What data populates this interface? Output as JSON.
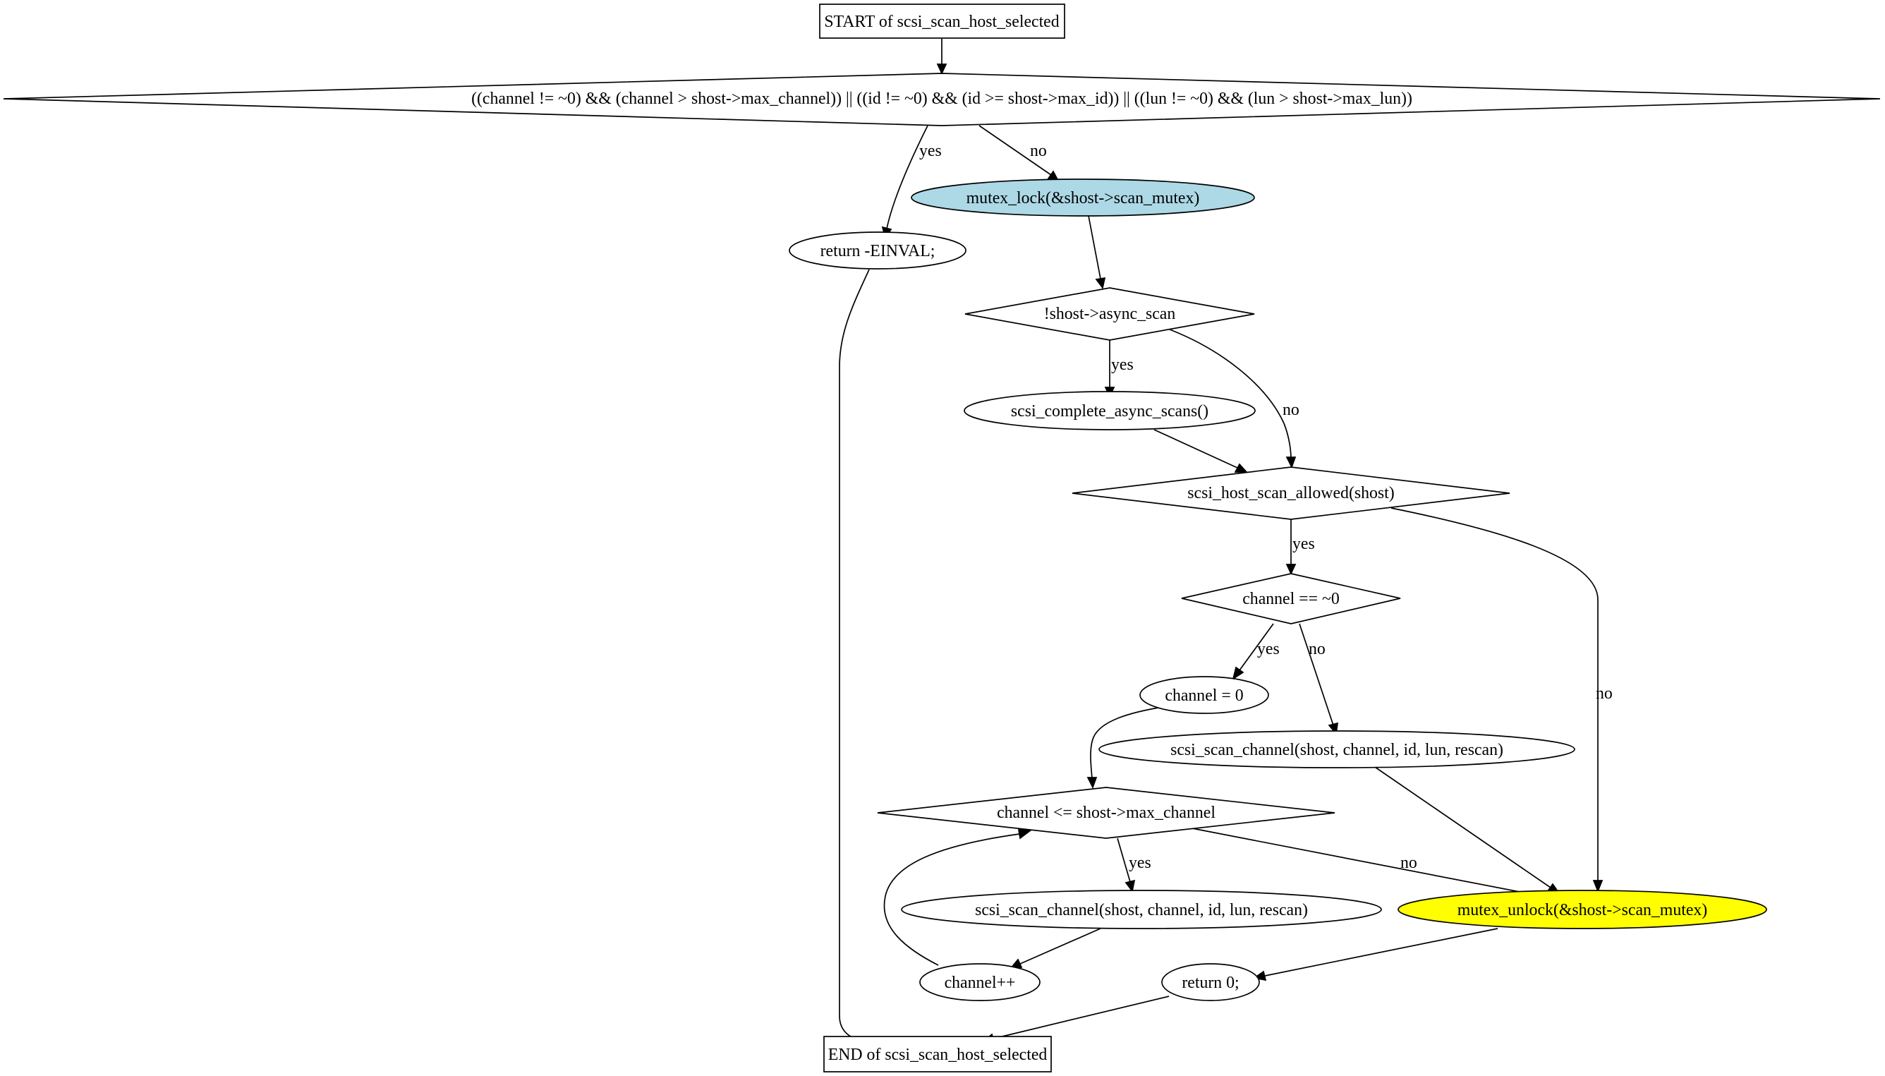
{
  "nodes": {
    "start": {
      "label": "START of scsi_scan_host_selected"
    },
    "cond_range": {
      "label": "((channel != ~0) && (channel > shost->max_channel)) || ((id != ~0) && (id >= shost->max_id)) || ((lun != ~0) && (lun > shost->max_lun))"
    },
    "return_einval": {
      "label": "return -EINVAL;"
    },
    "mutex_lock": {
      "label": "mutex_lock(&shost->scan_mutex)",
      "fill": "#add8e6"
    },
    "cond_async": {
      "label": "!shost->async_scan"
    },
    "complete_async": {
      "label": "scsi_complete_async_scans()"
    },
    "cond_allowed": {
      "label": "scsi_host_scan_allowed(shost)"
    },
    "cond_channel_all": {
      "label": "channel == ~0"
    },
    "channel_zero": {
      "label": "channel = 0"
    },
    "scan_channel_single": {
      "label": "scsi_scan_channel(shost, channel, id, lun, rescan)"
    },
    "cond_loop": {
      "label": "channel <= shost->max_channel"
    },
    "scan_channel_loop": {
      "label": "scsi_scan_channel(shost, channel, id, lun, rescan)"
    },
    "channel_inc": {
      "label": "channel++"
    },
    "mutex_unlock": {
      "label": "mutex_unlock(&shost->scan_mutex)",
      "fill": "#ffff00"
    },
    "return_zero": {
      "label": "return 0;"
    },
    "end": {
      "label": "END of scsi_scan_host_selected"
    }
  },
  "edges": {
    "range_yes": "yes",
    "range_no": "no",
    "async_yes": "yes",
    "async_no": "no",
    "allowed_yes": "yes",
    "allowed_no": "no",
    "all_yes": "yes",
    "all_no": "no",
    "loop_yes": "yes",
    "loop_no": "no"
  },
  "colors": {
    "line": "#000000",
    "background": "#ffffff"
  }
}
